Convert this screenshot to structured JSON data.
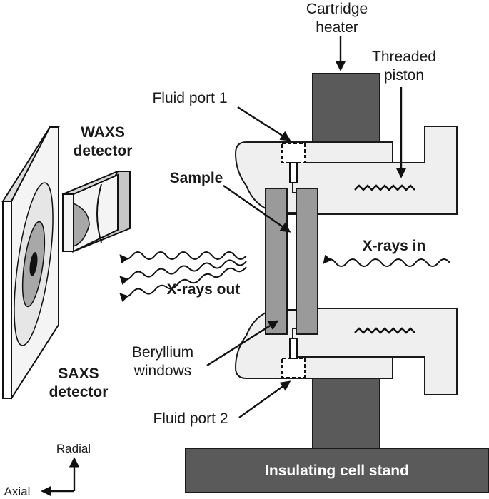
{
  "labels": {
    "cartridge_heater": [
      "Cartridge",
      "heater"
    ],
    "threaded_piston": [
      "Threaded",
      "piston"
    ],
    "fluid_port_1": "Fluid port 1",
    "fluid_port_2": "Fluid port 2",
    "waxs_detector": [
      "WAXS",
      "detector"
    ],
    "saxs_detector": [
      "SAXS",
      "detector"
    ],
    "sample": "Sample",
    "xrays_in": "X-rays in",
    "xrays_out": "X-rays out",
    "beryllium_windows": [
      "Beryllium",
      "windows"
    ],
    "insulating_cell_stand": "Insulating cell stand",
    "axis_radial": "Radial",
    "axis_axial": "Axial"
  },
  "colors": {
    "dark_part": "#5a5a5a",
    "light_part": "#efefef",
    "window": "#9a9a9a",
    "outline": "#1a1a1a"
  }
}
